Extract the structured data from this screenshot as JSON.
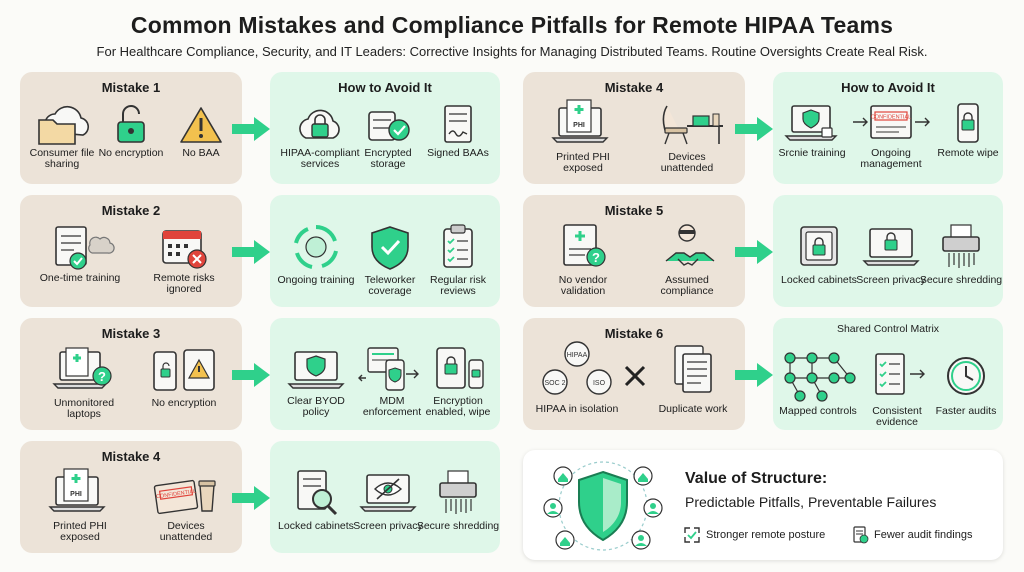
{
  "header": {
    "title": "Common Mistakes and Compliance Pitfalls for Remote HIPAA Teams",
    "subtitle": "For Healthcare Compliance, Security, and IT Leaders: Corrective Insights for Managing Distributed Teams. Routine Oversights Create Real Risk."
  },
  "colors": {
    "mistake_bg": "#ece3d8",
    "avoid_bg": "#dff7e9",
    "accent": "#2fd08b",
    "alert": "#e0443b",
    "warning": "#f2c14e"
  },
  "rows": [
    {
      "mistake_title": "Mistake 1",
      "mistake_items": [
        "Consumer file sharing",
        "No encryption",
        "No BAA"
      ],
      "avoid_title": "How to Avoid It",
      "avoid_items": [
        "HIPAA-compliant services",
        "Encrypted storage",
        "Signed BAAs"
      ]
    },
    {
      "mistake_title": "Mistake 2",
      "mistake_items": [
        "One-time training",
        "Remote risks ignored"
      ],
      "avoid_title": "",
      "avoid_items": [
        "Ongoing training",
        "Teleworker coverage",
        "Regular risk reviews"
      ]
    },
    {
      "mistake_title": "Mistake 3",
      "mistake_items": [
        "Unmonitored laptops",
        "No encryption"
      ],
      "avoid_title": "",
      "avoid_items": [
        "Clear BYOD policy",
        "MDM enforcement",
        "Encryption enabled, wipe"
      ]
    },
    {
      "mistake_title": "Mistake 4",
      "mistake_items": [
        "Printed PHI exposed",
        "Devices unattended"
      ],
      "avoid_title": "",
      "avoid_items": [
        "Locked cabinets",
        "Screen privacy",
        "Secure shredding"
      ]
    },
    {
      "mistake_title": "Mistake 4",
      "mistake_items": [
        "Printed PHI exposed",
        "Devices unattended"
      ],
      "avoid_title": "How to Avoid It",
      "avoid_items": [
        "Srcnie training",
        "Ongoing management",
        "Remote wipe"
      ]
    },
    {
      "mistake_title": "Mistake 5",
      "mistake_items": [
        "No vendor validation",
        "Assumed compliance"
      ],
      "avoid_title": "",
      "avoid_items": [
        "Locked cabinets",
        "Screen privacy",
        "Secure shredding"
      ]
    },
    {
      "mistake_title": "Mistake 6",
      "mistake_items": [
        "HIPAA in isolation",
        "Duplicate work"
      ],
      "avoid_title": "Shared Control Matrix",
      "avoid_items": [
        "Mapped controls",
        "Consistent evidence",
        "Faster audits"
      ]
    }
  ],
  "labels": {
    "phi": "PHI",
    "hipaa": "HIPAA",
    "soc2": "SOC 2",
    "iso": "ISO",
    "confidential": "CONFIDENTIAL"
  },
  "value": {
    "title": "Value of Structure:",
    "subtitle": "Predictable Pitfalls, Preventable Failures",
    "benefits": [
      "Stronger remote posture",
      "Fewer audit findings"
    ]
  }
}
